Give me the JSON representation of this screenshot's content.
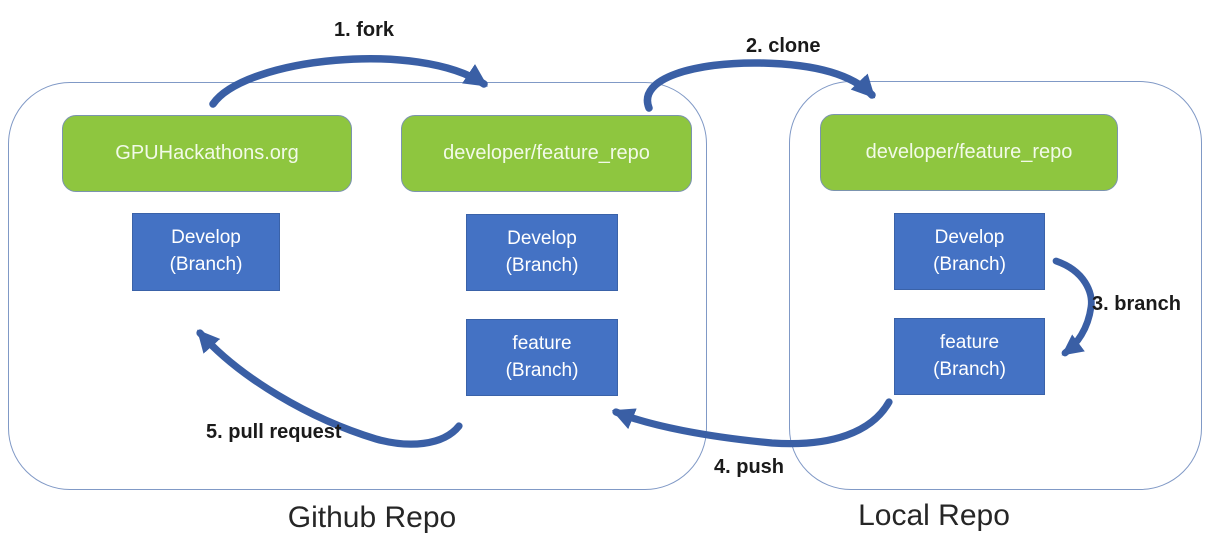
{
  "colors": {
    "green-fill": "#8ec63f",
    "green-border": "#7b94ae",
    "blue-fill": "#4472c4",
    "blue-border": "#3a62a8",
    "arrow-blue": "#3a5fa5",
    "container-border": "#8099c6",
    "label-color": "#1a1a1a",
    "caption-color": "#262626"
  },
  "containers": {
    "github": {
      "caption": "Github Repo"
    },
    "local": {
      "caption": "Local Repo"
    }
  },
  "nodes": {
    "gpuhackathons": {
      "label": "GPUHackathons.org"
    },
    "github_fork_repo": {
      "label": "developer/feature_repo"
    },
    "local_repo": {
      "label": "developer/feature_repo"
    },
    "github_develop": {
      "line1": "Develop",
      "line2": "(Branch)"
    },
    "fork_develop": {
      "line1": "Develop",
      "line2": "(Branch)"
    },
    "fork_feature": {
      "line1": "feature",
      "line2": "(Branch)"
    },
    "local_develop": {
      "line1": "Develop",
      "line2": "(Branch)"
    },
    "local_feature": {
      "line1": "feature",
      "line2": "(Branch)"
    }
  },
  "steps": {
    "fork": "1. fork",
    "clone": "2. clone",
    "branch": "3. branch",
    "push": "4. push",
    "pull_request": "5. pull request"
  }
}
